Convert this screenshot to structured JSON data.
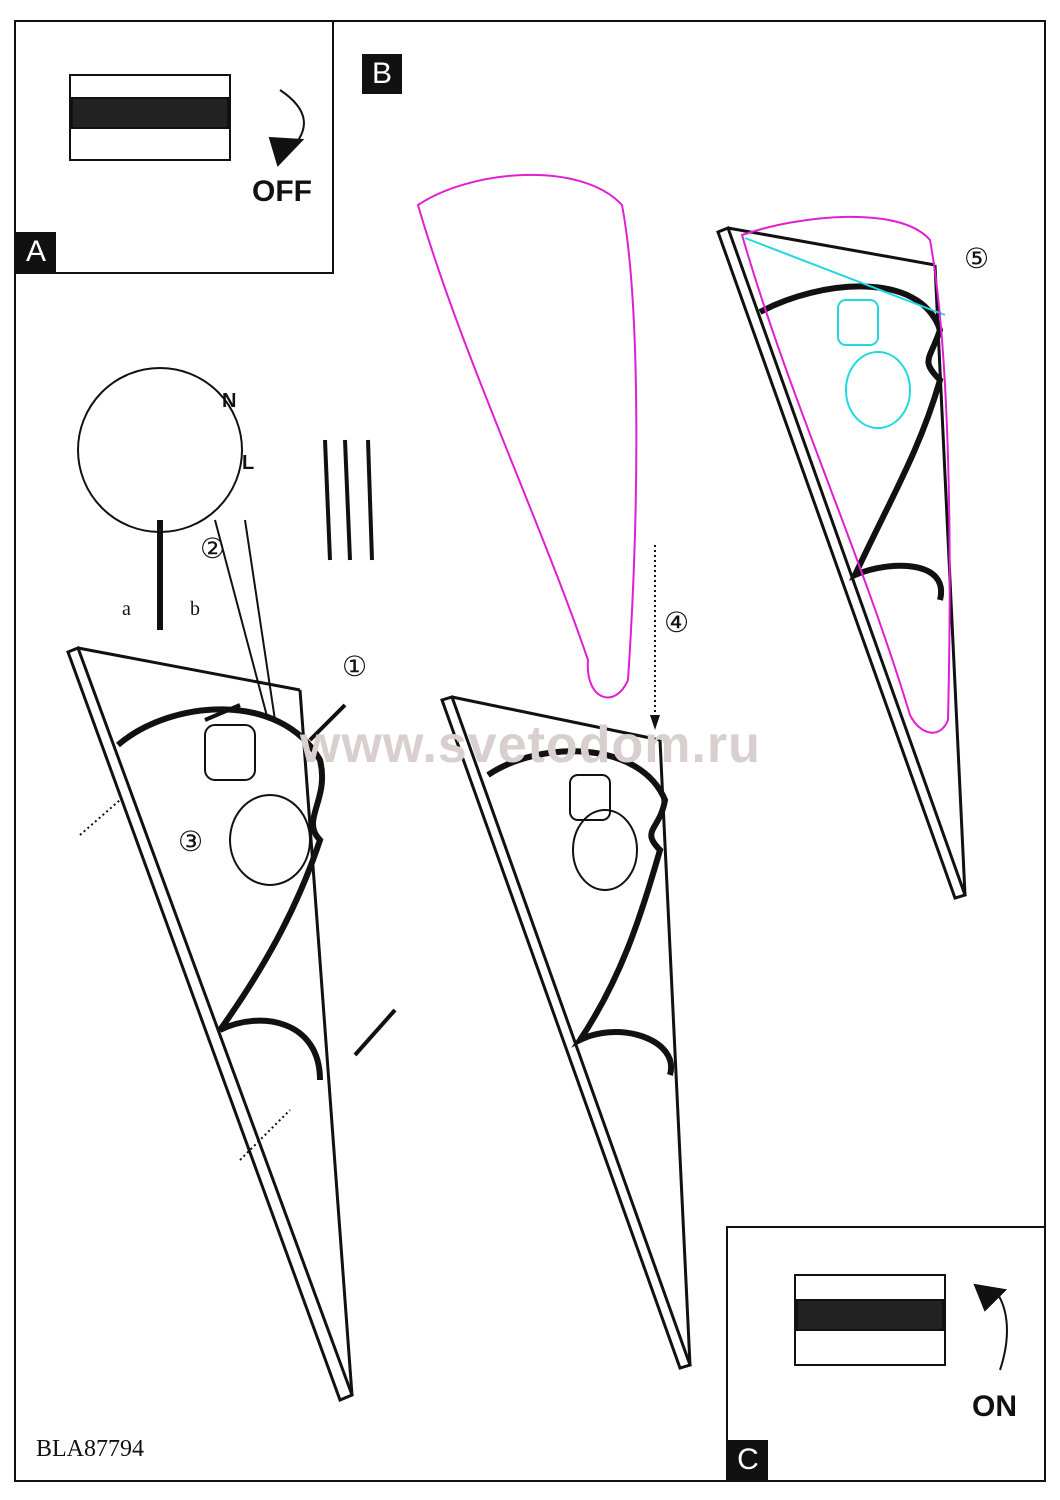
{
  "panels": {
    "a": {
      "label": "A",
      "action": "OFF"
    },
    "b": {
      "label": "B"
    },
    "c": {
      "label": "C",
      "action": "ON"
    }
  },
  "wiring": {
    "neutral": "N",
    "live": "L",
    "rotate_a": "a",
    "rotate_b": "b"
  },
  "steps": [
    "①",
    "②",
    "③",
    "④",
    "⑤"
  ],
  "watermark": "www.svetodom.ru",
  "model_code": "BLA87794",
  "colors": {
    "line": "#111111",
    "shade_outline": "#e020d0",
    "installed_shade": "#20d8e0"
  }
}
